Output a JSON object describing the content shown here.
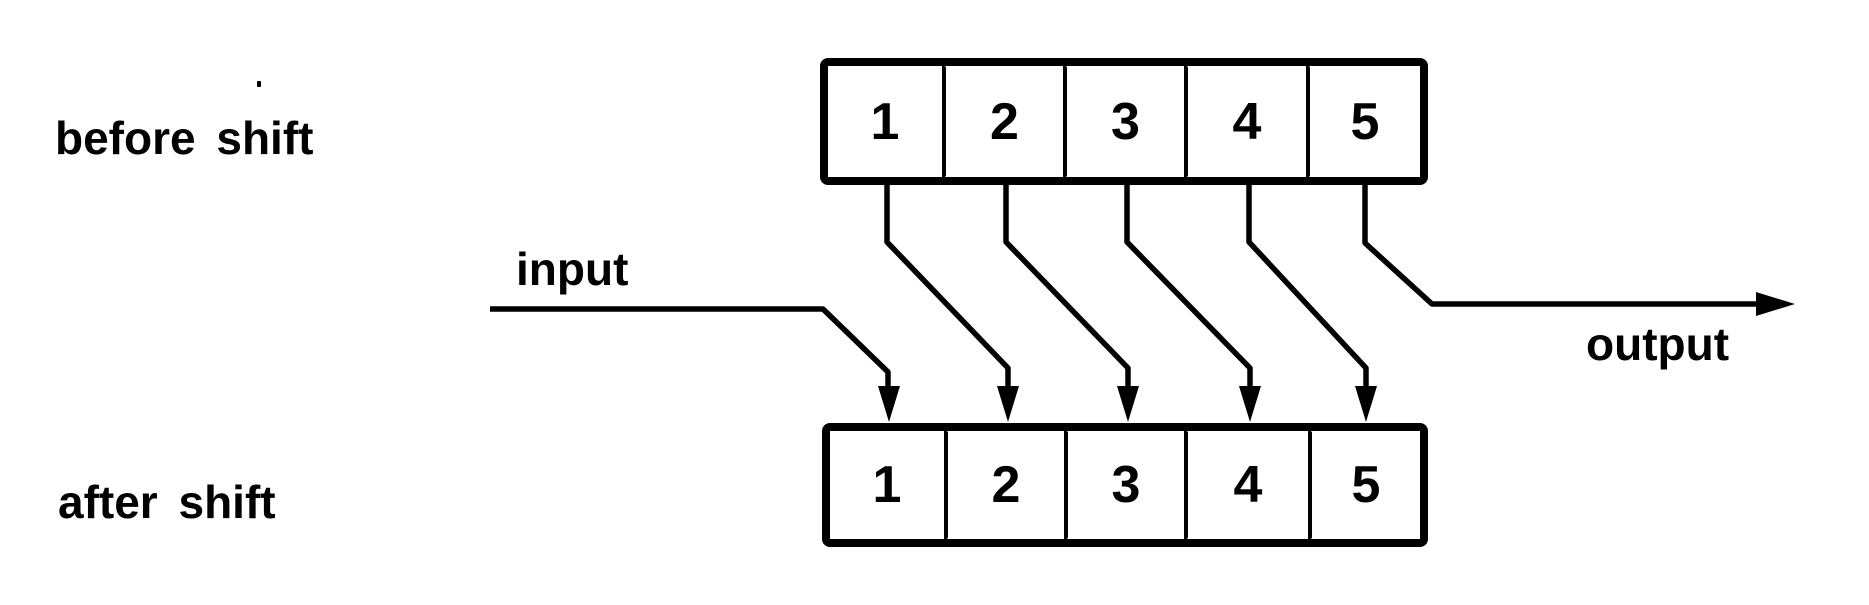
{
  "colors": {
    "ink": "#000000",
    "paper": "#ffffff"
  },
  "diagram": {
    "before_label": "before shift",
    "after_label": "after shift",
    "input_label": "input",
    "output_label": "output",
    "before_register": {
      "cells": [
        "1",
        "2",
        "3",
        "4",
        "5"
      ]
    },
    "after_register": {
      "cells": [
        "1",
        "2",
        "3",
        "4",
        "5"
      ]
    }
  }
}
